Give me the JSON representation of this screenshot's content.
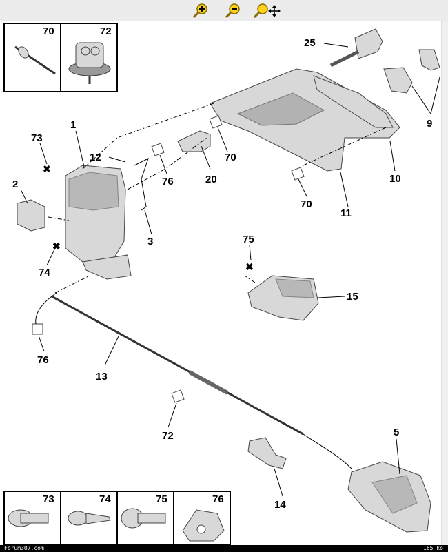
{
  "toolbar": {
    "zoom_in_icon": "zoom-in-icon",
    "zoom_out_icon": "zoom-out-icon",
    "pan_icon": "zoom-pan-icon"
  },
  "inset_top": {
    "left_label": "70",
    "right_label": "72"
  },
  "callouts": {
    "c25": "25",
    "c9": "9",
    "c1": "1",
    "c73": "73",
    "c12": "12",
    "c76a": "76",
    "c20": "20",
    "c70a": "70",
    "c10": "10",
    "c2": "2",
    "c3": "3",
    "c74": "74",
    "c70b": "70",
    "c11": "11",
    "c75": "75",
    "c15": "15",
    "c76b": "76",
    "c13": "13",
    "c72": "72",
    "c5": "5",
    "c14": "14"
  },
  "inset_bottom": {
    "labels": [
      "73",
      "74",
      "75",
      "76"
    ]
  },
  "status": {
    "left": "Forum307.com",
    "right": "165 ko"
  }
}
